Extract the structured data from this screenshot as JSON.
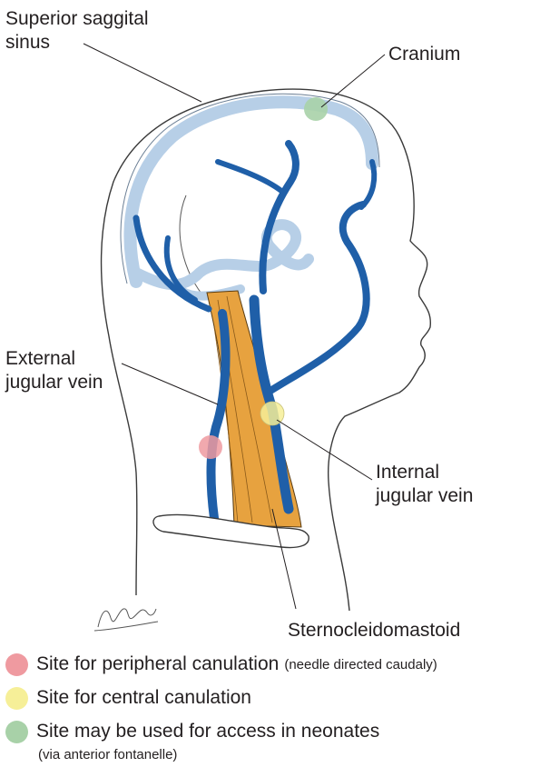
{
  "labels": {
    "superior_sagittal_sinus_1": "Superior saggital",
    "superior_sagittal_sinus_2": "sinus",
    "cranium": "Cranium",
    "external_jugular_1": "External",
    "external_jugular_2": "jugular vein",
    "internal_jugular_1": "Internal",
    "internal_jugular_2": "jugular vein",
    "sternocleidomastoid": "Sternocleidomastoid"
  },
  "legend": [
    {
      "color": "#ef9aa0",
      "text": "Site for peripheral canulation",
      "note": "(needle directed caudaly)"
    },
    {
      "color": "#f6ef98",
      "text": "Site for central canulation",
      "note": ""
    },
    {
      "color": "#a8d1a8",
      "text": "Site may be used for access in neonates",
      "note": "(via anterior fontanelle)"
    }
  ],
  "colors": {
    "vein": "#1f5fa8",
    "sinus": "#b7cfe7",
    "muscle": "#e7a23f",
    "outline": "#3a3a3a"
  }
}
